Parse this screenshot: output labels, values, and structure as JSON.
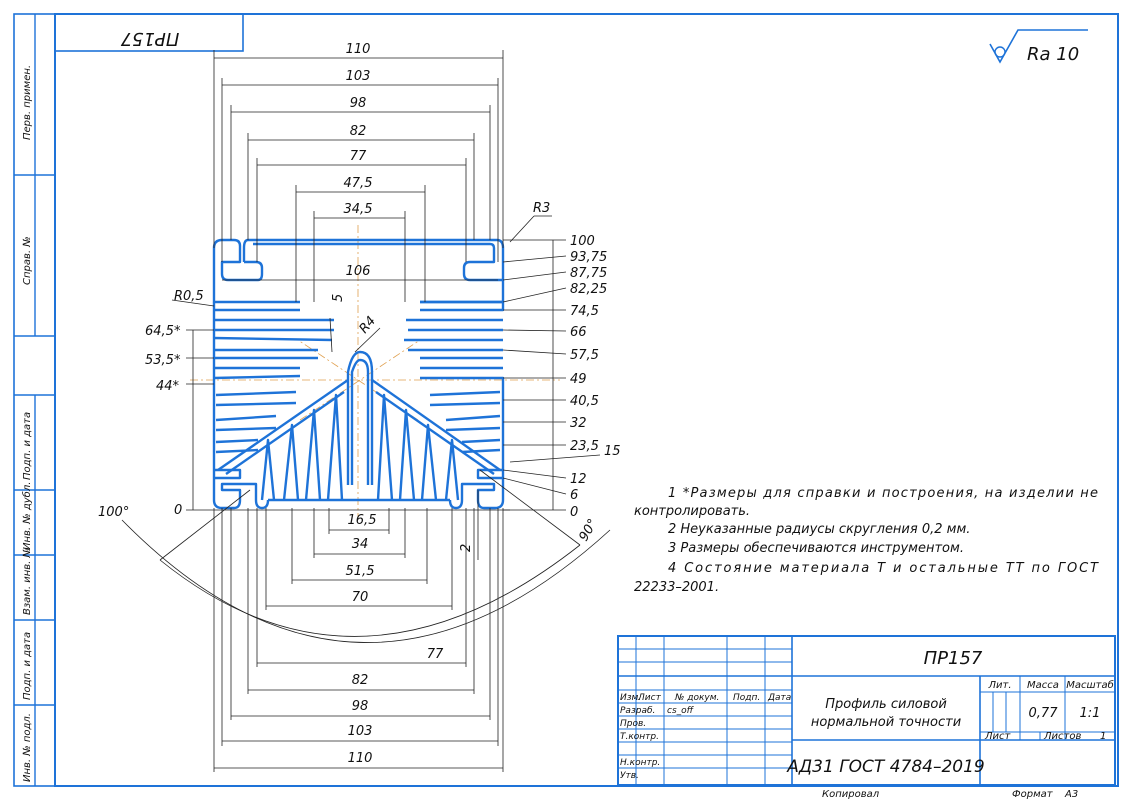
{
  "header_mirror_text": "ПР157",
  "roughness": "Ra 10",
  "side_labels": [
    "Перв. примен.",
    "Справ. №",
    "Подп. и дата",
    "Инв. № дубл.",
    "Взам. инв. №",
    "Подп. и дата",
    "Инв. № подл."
  ],
  "top_dims": [
    "110",
    "103",
    "98",
    "82",
    "77",
    "47,5",
    "34,5"
  ],
  "inner_dim": "106",
  "right_dims": [
    "100",
    "93,75",
    "87,75",
    "82,25",
    "74,5",
    "66",
    "57,5",
    "49",
    "40,5",
    "32",
    "23,5",
    "12",
    "6",
    "0"
  ],
  "right_extra": "15",
  "left_dims": [
    "64,5*",
    "53,5*",
    "44*",
    "0"
  ],
  "radius_labels": {
    "r3": "R3",
    "r05": "R0,5",
    "r4": "R4",
    "five": "5"
  },
  "bottom_dims": [
    "16,5",
    "34",
    "51,5",
    "70",
    "77",
    "82",
    "98",
    "103",
    "110"
  ],
  "small_dim": "2",
  "angles": {
    "left": "100°",
    "right": "90°"
  },
  "notes": [
    "1 *Размеры для справки и построения, на изделии не",
    "контролировать.",
    "2 Неуказанные радиусы скругления 0,2 мм.",
    "3 Размеры обеспечиваются инструментом.",
    "4 Состояние материала Т и остальные ТТ по ГОСТ",
    "22233–2001."
  ],
  "title_block": {
    "designation": "ПР157",
    "name_line1": "Профиль силовой",
    "name_line2": "нормальной точности",
    "material": "АД31 ГОСТ 4784–2019",
    "col_lit": "Лит.",
    "col_mass": "Масса",
    "col_scale": "Масштаб",
    "mass": "0,77",
    "scale": "1:1",
    "sheet": "Лист",
    "sheets": "Листов",
    "sheets_value": "1",
    "head_izm": "Изм.",
    "head_list": "Лист",
    "head_doc": "№ докум.",
    "head_podp": "Подп.",
    "head_data": "Дата",
    "razrab": "Разраб.",
    "razrab_name": "cs_off",
    "prov": "Пров.",
    "tkontr": "Т.контр.",
    "nkontr": "Н.контр.",
    "utv": "Утв."
  },
  "footer": {
    "copied": "Копировал",
    "format": "Формат",
    "format_value": "А3"
  }
}
